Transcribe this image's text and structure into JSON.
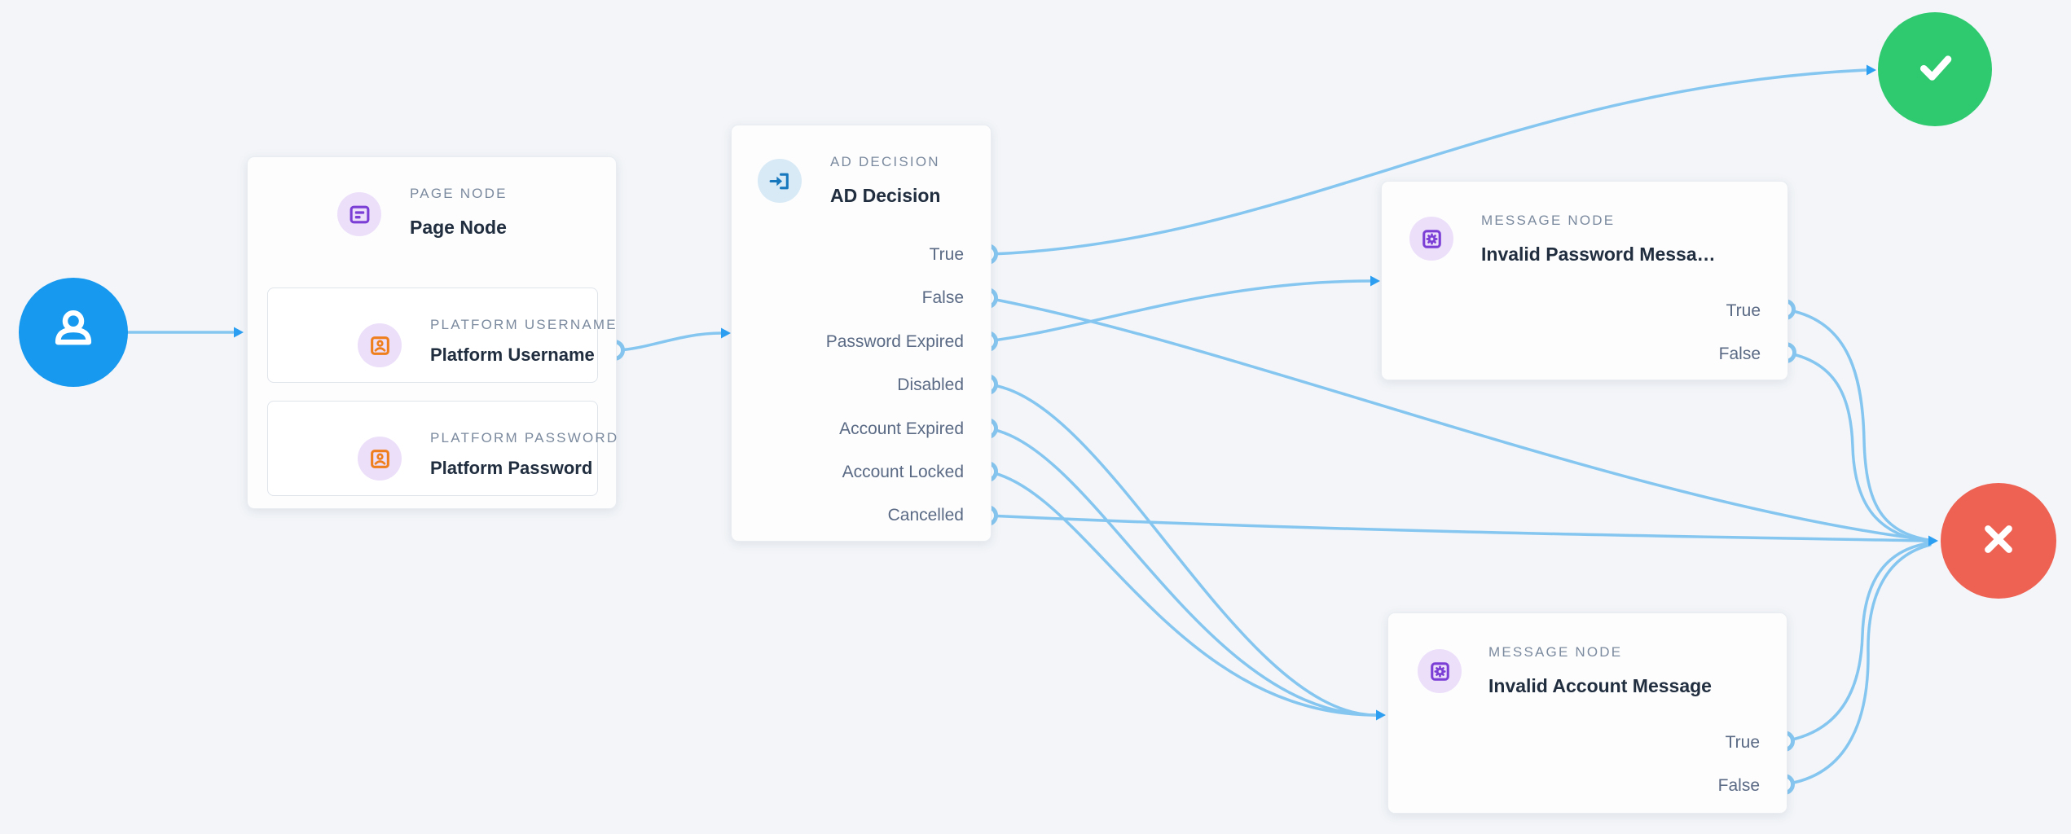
{
  "app": "authentication-journey-flow-canvas",
  "palette": {
    "background": "#f3f5f8",
    "edge": "#85c6f0",
    "arrowhead": "#2d9ff2",
    "start_blue": "#1799ef",
    "success_green": "#2fca70",
    "failure_red": "#ee6254",
    "purple_icon": "#7b3fd6",
    "purple_icon_bg": "#ecdffa",
    "orange_icon": "#ef7f1d",
    "orange_icon_bg": "#fdeedc",
    "blue_icon": "#1878bd",
    "blue_icon_bg": "#d8eaf6",
    "type_label_text": "#7b8a9e",
    "title_text": "#212e3f",
    "outcome_text": "#5a6a84"
  },
  "nodes": {
    "start": {
      "icon": "person-icon"
    },
    "page": {
      "type_label": "PAGE NODE",
      "title": "Page Node",
      "icon": "form-page-icon",
      "fields": [
        {
          "type_label": "PLATFORM USERNAME",
          "title": "Platform Username",
          "icon": "id-card-icon"
        },
        {
          "type_label": "PLATFORM PASSWORD",
          "title": "Platform Password",
          "icon": "id-card-icon"
        }
      ]
    },
    "ad_decision": {
      "type_label": "AD DECISION",
      "title": "AD Decision",
      "icon": "login-icon",
      "outcomes": [
        "True",
        "False",
        "Password Expired",
        "Disabled",
        "Account Expired",
        "Account Locked",
        "Cancelled"
      ]
    },
    "invalid_password_message": {
      "type_label": "MESSAGE NODE",
      "title": "Invalid Password Messa…",
      "icon": "gear-message-icon",
      "outcomes": [
        "True",
        "False"
      ]
    },
    "invalid_account_message": {
      "type_label": "MESSAGE NODE",
      "title": "Invalid Account Message",
      "icon": "gear-message-icon",
      "outcomes": [
        "True",
        "False"
      ]
    },
    "success": {
      "icon": "check-icon"
    },
    "failure": {
      "icon": "x-icon"
    }
  },
  "edges": [
    {
      "from": "start",
      "to": "page"
    },
    {
      "from": "page.Platform Username",
      "to": "ad_decision"
    },
    {
      "from": "ad_decision.True",
      "to": "success"
    },
    {
      "from": "ad_decision.False",
      "to": "failure"
    },
    {
      "from": "ad_decision.Password Expired",
      "to": "invalid_password_message"
    },
    {
      "from": "ad_decision.Disabled",
      "to": "invalid_account_message"
    },
    {
      "from": "ad_decision.Account Expired",
      "to": "invalid_account_message"
    },
    {
      "from": "ad_decision.Account Locked",
      "to": "invalid_account_message"
    },
    {
      "from": "ad_decision.Cancelled",
      "to": "failure"
    },
    {
      "from": "invalid_password_message.True",
      "to": "failure"
    },
    {
      "from": "invalid_password_message.False",
      "to": "failure"
    },
    {
      "from": "invalid_account_message.True",
      "to": "failure"
    },
    {
      "from": "invalid_account_message.False",
      "to": "failure"
    }
  ]
}
